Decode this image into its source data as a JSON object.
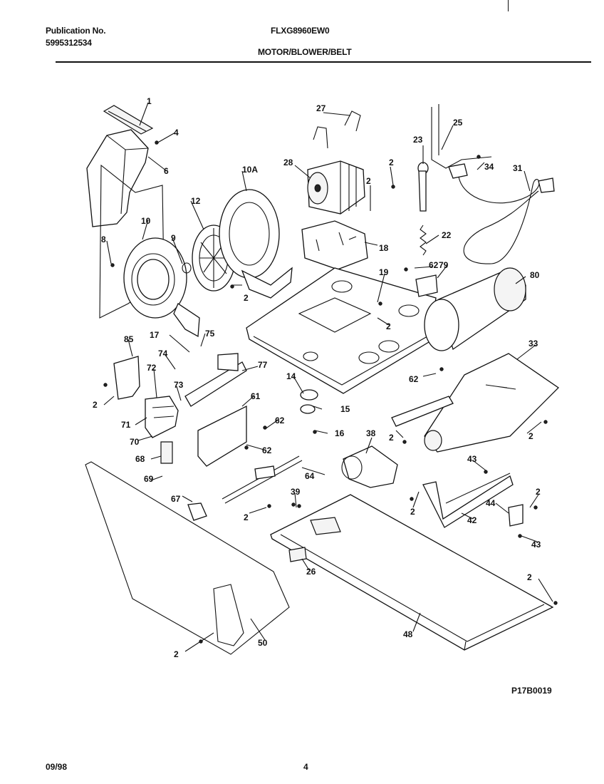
{
  "header": {
    "publication_label": "Publication No.",
    "publication_number": "5995312534",
    "model": "FLXG8960EW0",
    "section": "MOTOR/BLOWER/BELT"
  },
  "diagram": {
    "callouts": [
      "1",
      "4",
      "6",
      "10A",
      "12",
      "10",
      "8",
      "9",
      "2",
      "27",
      "28",
      "2",
      "2",
      "25",
      "23",
      "34",
      "31",
      "18",
      "22",
      "62",
      "79",
      "80",
      "19",
      "2",
      "85",
      "17",
      "75",
      "74",
      "77",
      "72",
      "73",
      "2",
      "71",
      "70",
      "68",
      "69",
      "67",
      "2",
      "14",
      "15",
      "16",
      "61",
      "62",
      "62",
      "33",
      "62",
      "2",
      "2",
      "38",
      "43",
      "64",
      "39",
      "2",
      "42",
      "44",
      "2",
      "43",
      "26",
      "2",
      "48",
      "50",
      "2"
    ]
  },
  "footer": {
    "ref_code": "P17B0019",
    "date": "09/98",
    "page": "4"
  }
}
